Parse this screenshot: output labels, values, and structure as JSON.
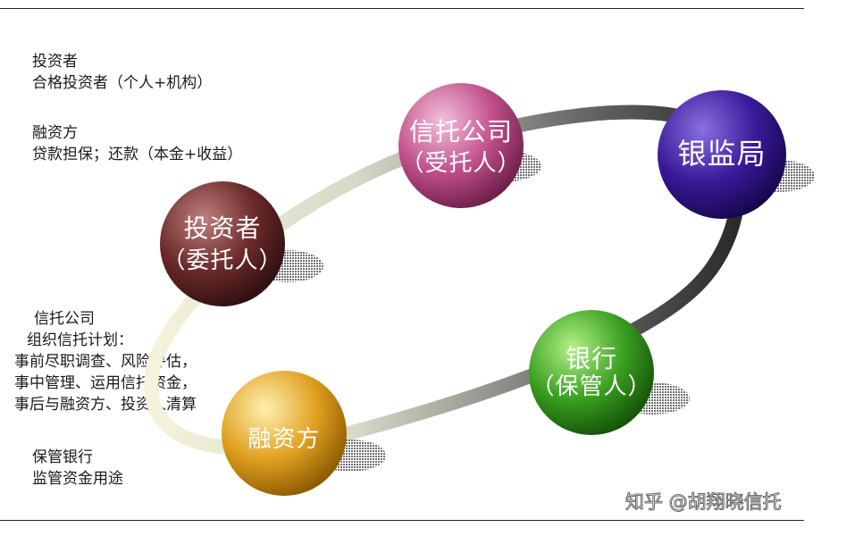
{
  "notes": {
    "investor": [
      "投资者",
      "合格投资者（个人+机构）"
    ],
    "borrower": [
      "融资方",
      "贷款担保；还款（本金+收益）"
    ],
    "trust_company": [
      "信托公司",
      " 组织信托计划：",
      "事前尽职调查、风险评估，",
      "事中管理、运用信托资金，",
      "事后与融资方、投资人清算"
    ],
    "custodian_bank": [
      "保管银行",
      "监管资金用途"
    ]
  },
  "nodes": {
    "trust_company": {
      "line1": "信托公司",
      "line2": "（受托人）",
      "color": "#c0508a"
    },
    "regulator": {
      "line1": "银监局",
      "color": "#3a1a9a"
    },
    "investor": {
      "line1": "投资者",
      "line2": "（委托人）",
      "color": "#6b2a2a"
    },
    "bank": {
      "line1": "银行",
      "line2": "（保管人）",
      "color": "#3aa020"
    },
    "borrower": {
      "line1": "融资方",
      "color": "#e0a020"
    }
  },
  "watermark": "知乎 @胡翔晓信托"
}
